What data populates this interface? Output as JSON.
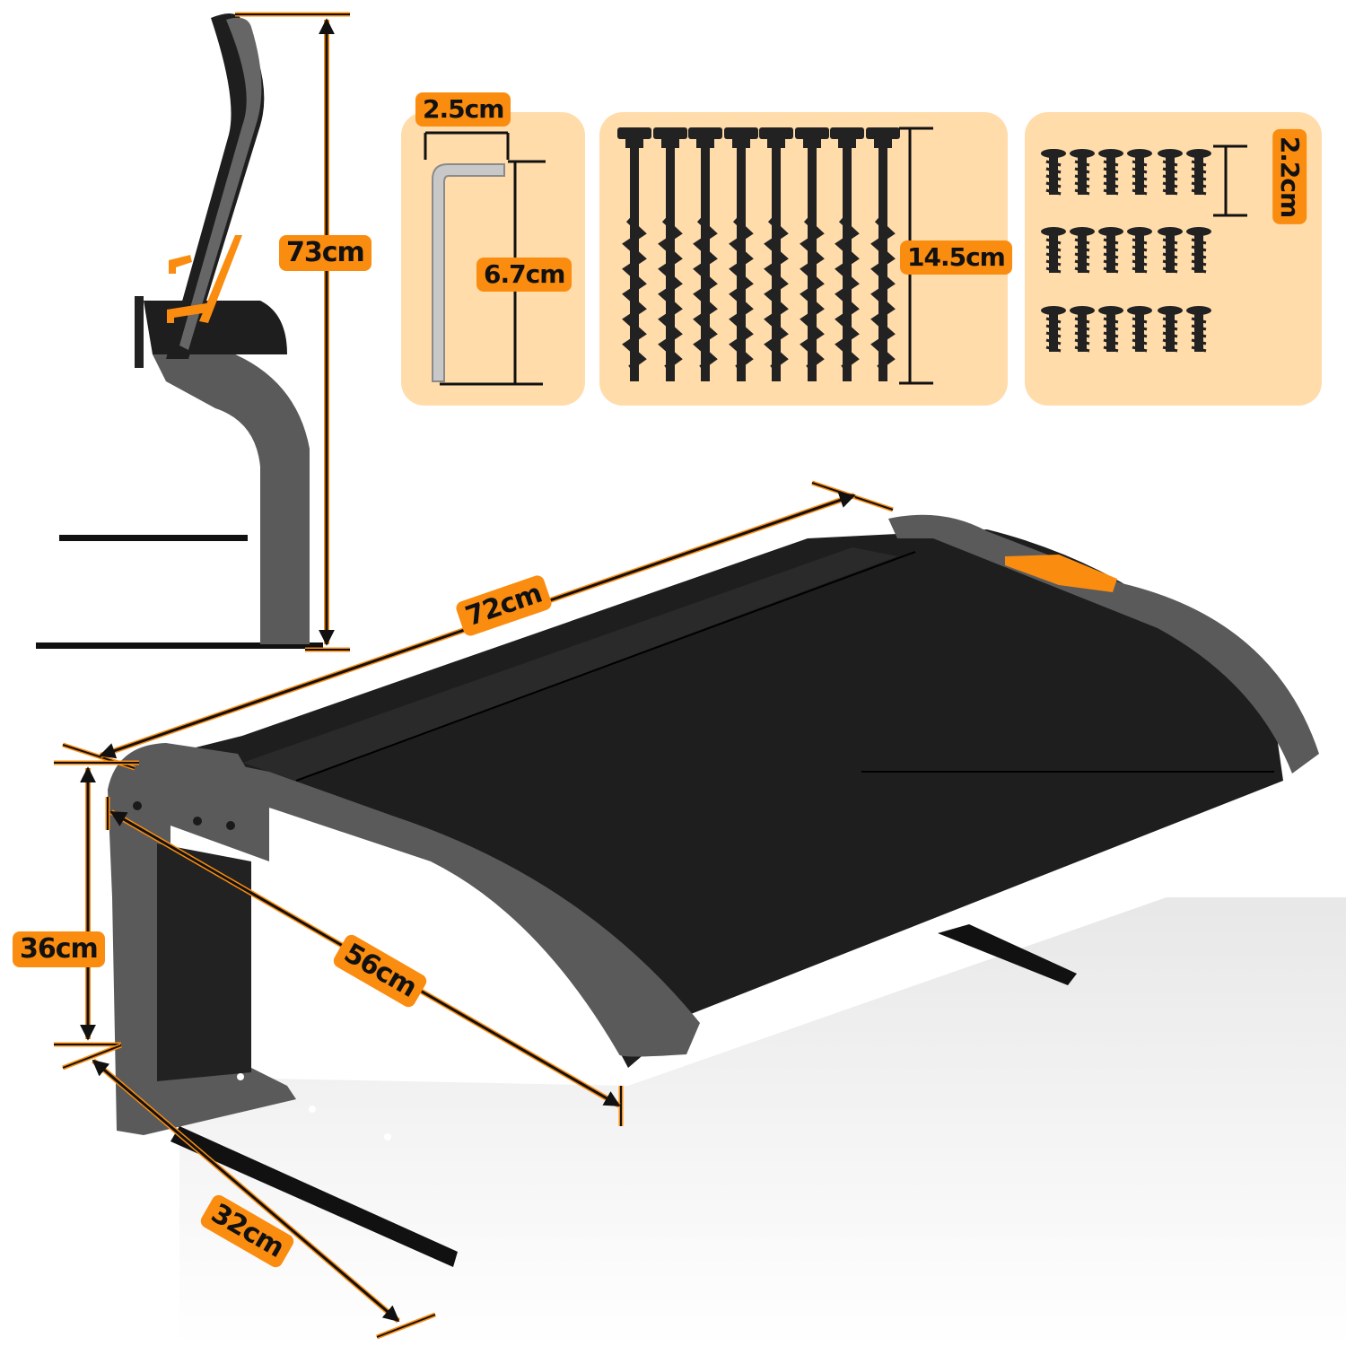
{
  "product": {
    "description": "Robotic mower garage / shelter with dimension callouts",
    "colors": {
      "accent_orange": "#fa8c10",
      "panel_background": "#ffdcaa",
      "roof_black": "#1e1e1e",
      "frame_gray": "#5a5a5a",
      "stake_black": "#222222"
    }
  },
  "dimensions": {
    "side_view_height": "73cm",
    "roof_length": "72cm",
    "roof_depth": "56cm",
    "clearance_height": "36cm",
    "base_depth": "32cm"
  },
  "accessories": {
    "hex_key": {
      "name": "hex-key",
      "width": "2.5cm",
      "length": "6.7cm",
      "quantity": 1
    },
    "ground_stakes": {
      "name": "spiral-ground-stake",
      "length": "14.5cm",
      "quantity": 8
    },
    "screws": {
      "name": "screw",
      "length": "2.2cm",
      "quantity": 18,
      "rows": 3,
      "per_row": 6
    }
  }
}
